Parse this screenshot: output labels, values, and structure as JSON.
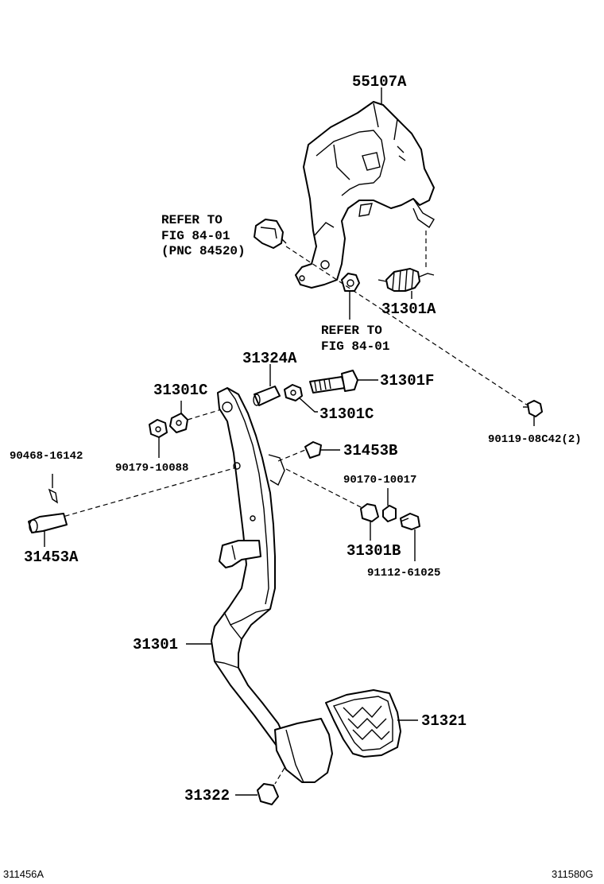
{
  "labels": {
    "bracket": "55107A",
    "refer_switch_1": "REFER TO",
    "refer_switch_2": "FIG 84-01",
    "refer_switch_3": "(PNC 84520)",
    "spring": "31301A",
    "refer_nut_1": "REFER TO",
    "refer_nut_2": "FIG 84-01",
    "collar": "31324A",
    "bolt": "31301F",
    "bushing_top_left": "31301C",
    "bushing_top_right": "31301C",
    "screw_right": "90119-08C42(2)",
    "cotter_pin": "90468-16142",
    "nut_left": "90179-10088",
    "cushion": "31453B",
    "nut_right": "90170-10017",
    "clevis_pin": "31453A",
    "stopper": "31301B",
    "screw_bottom": "91112-61025",
    "pedal_lever": "31301",
    "pedal_pad": "31321",
    "stop_plug": "31322"
  },
  "footer": {
    "left_code": "311456A",
    "right_code": "311580G"
  }
}
